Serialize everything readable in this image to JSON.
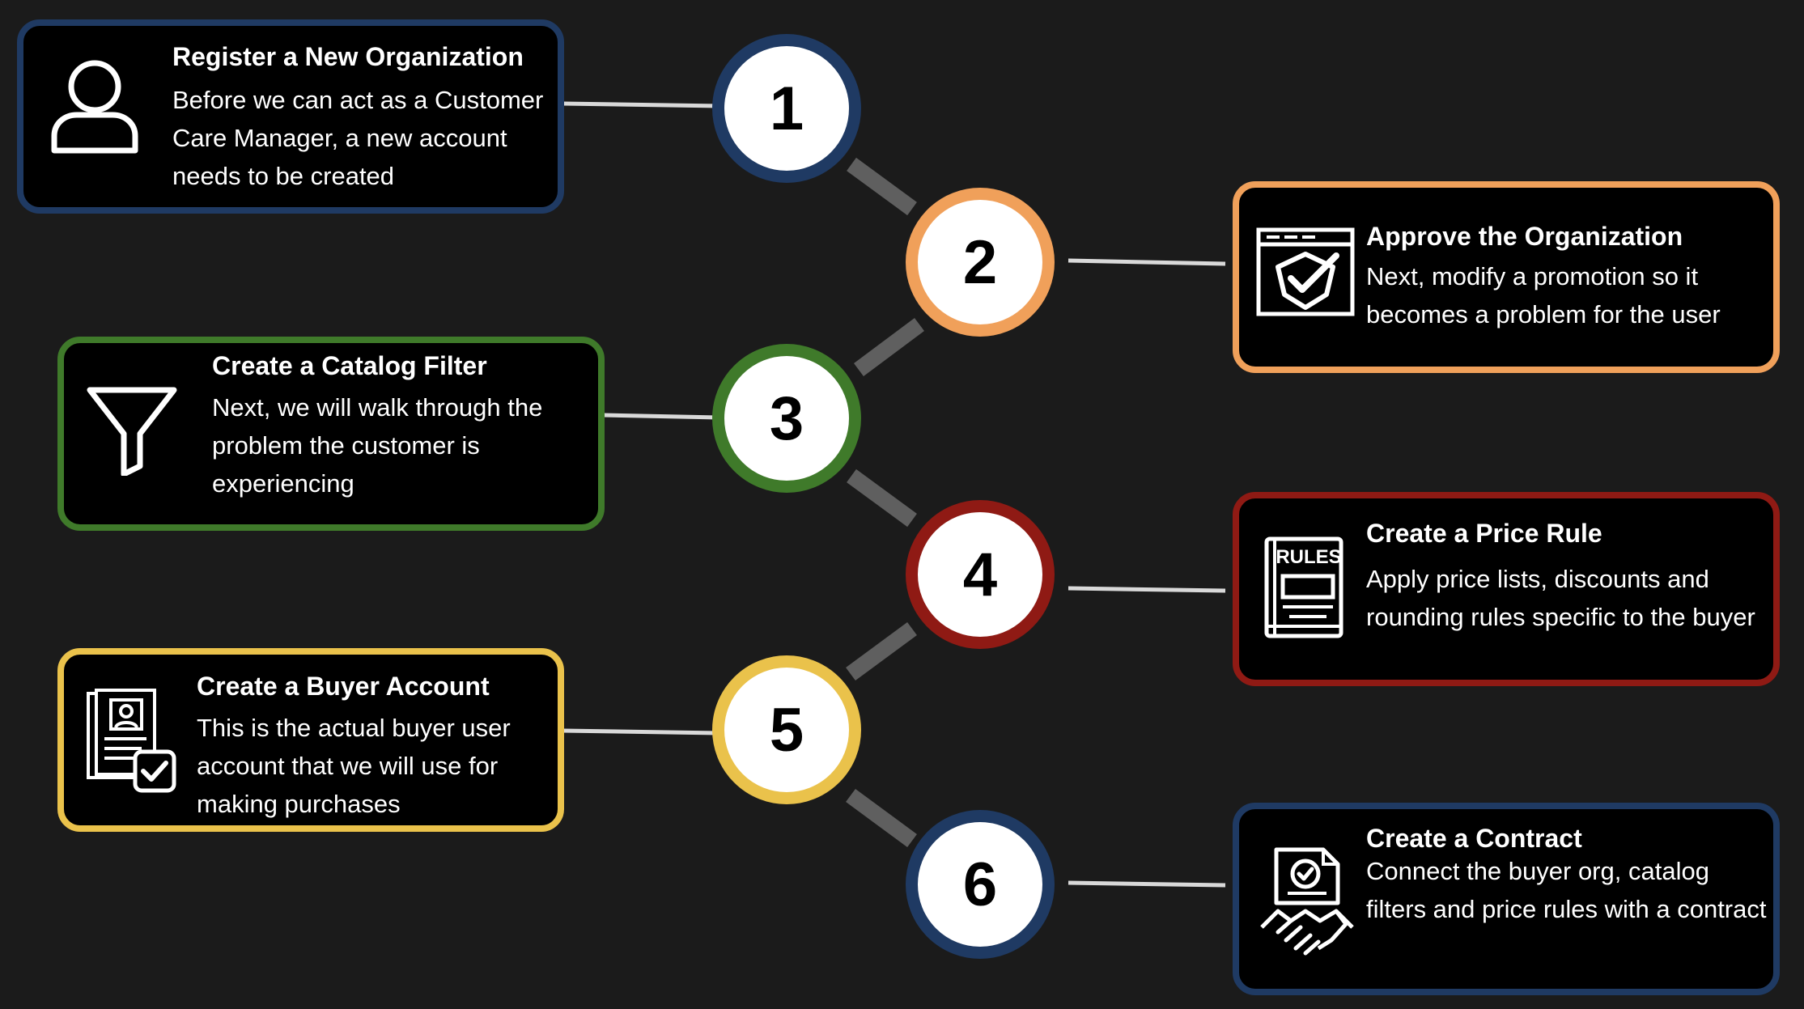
{
  "colors": {
    "background": "#1b1b1b",
    "navy": "#1f3a63",
    "orange": "#f0a05a",
    "green": "#3f7a2a",
    "red": "#8f1a14",
    "yellow": "#eac24b",
    "connector": "#5f5f5f",
    "leader": "#d9d9d9"
  },
  "steps": [
    {
      "number": "1",
      "title": "Register a New Organization",
      "description": "Before we can act as a Customer Care Manager, a new account needs to be created",
      "icon": "user-icon",
      "color": "navy"
    },
    {
      "number": "2",
      "title": "Approve the Organization",
      "description": "Next, modify a promotion so it becomes a problem for the user",
      "icon": "approved-window-icon",
      "color": "orange"
    },
    {
      "number": "3",
      "title": "Create a Catalog Filter",
      "description": "Next, we will walk through the problem the customer is experiencing",
      "icon": "funnel-icon",
      "color": "green"
    },
    {
      "number": "4",
      "title": "Create a Price Rule",
      "description": "Apply price lists, discounts and rounding rules specific to the buyer",
      "icon": "rules-book-icon",
      "icon_label": "RULES",
      "color": "red"
    },
    {
      "number": "5",
      "title": "Create a Buyer Account",
      "description": "This is the actual buyer user account that we will use for making purchases",
      "icon": "profile-document-check-icon",
      "color": "yellow"
    },
    {
      "number": "6",
      "title": "Create a Contract",
      "description": "Connect the buyer org, catalog filters and price rules with a contract",
      "icon": "contract-handshake-icon",
      "color": "navy"
    }
  ]
}
